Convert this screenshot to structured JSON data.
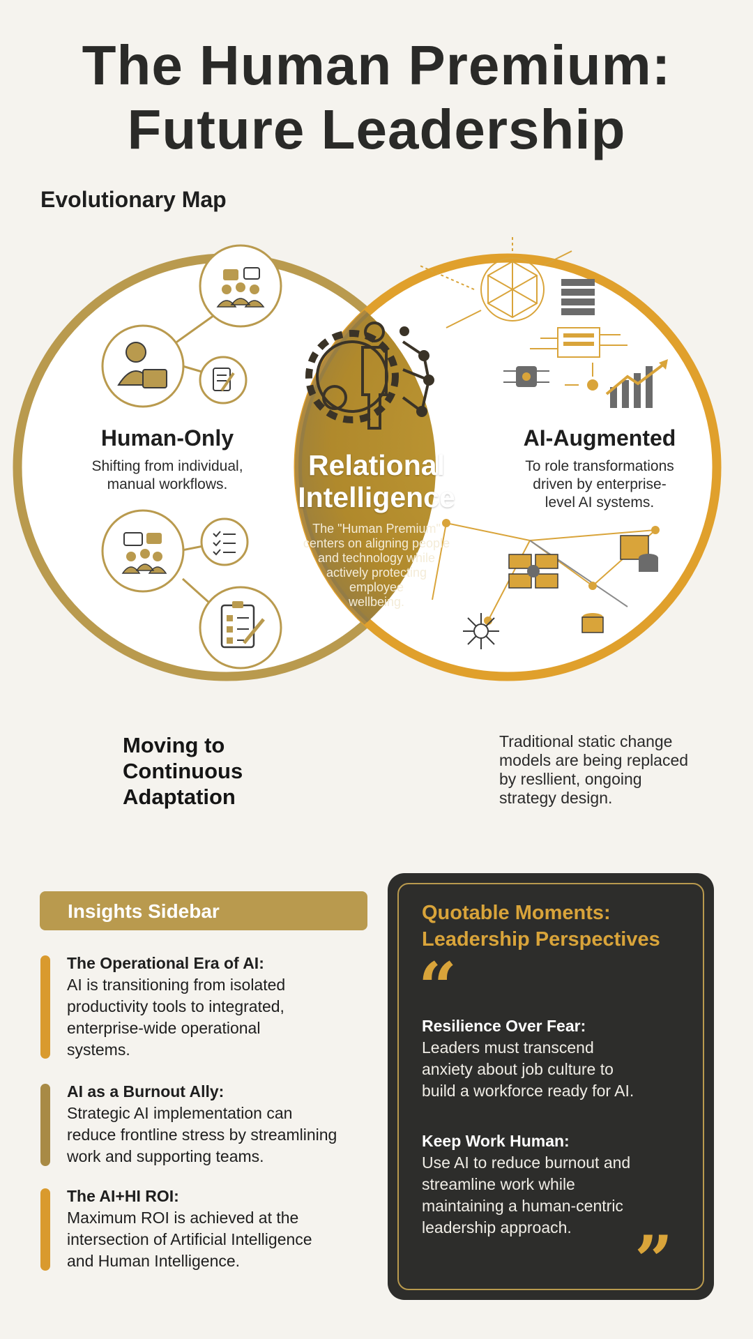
{
  "title_line1": "The Human Premium:",
  "title_line2": "Future Leadership",
  "map_label": "Evolutionary Map",
  "human_only": {
    "title": "Human-Only",
    "desc_line1": "Shifting from individual,",
    "desc_line2": "manual workflows."
  },
  "ai_augmented": {
    "title": "AI-Augmented",
    "desc_line1": "To role transformations",
    "desc_line2": "driven by enterprise-",
    "desc_line3": "level AI systems."
  },
  "center": {
    "title_line1": "Relational",
    "title_line2": "Intelligence",
    "desc_line1": "The \"Human Premium\"",
    "desc_line2": "centers on aligning people",
    "desc_line3": "and technology while",
    "desc_line4": "actively protecting",
    "desc_line5": "employee",
    "desc_line6": "wellbeing."
  },
  "moving": {
    "line1": "Moving to",
    "line2": "Continuous",
    "line3": "Adaptation"
  },
  "traditional": {
    "line1": "Traditional static change",
    "line2": "models are being replaced",
    "line3": "by resllient, ongoing",
    "line4": "strategy design."
  },
  "sidebar": {
    "header": "Insights Sidebar",
    "items": [
      {
        "title": "The Operational Era of AI:",
        "lines": [
          "AI is transitioning from isolated",
          "productivity tools to integrated,",
          "enterprise-wide operational",
          "systems."
        ]
      },
      {
        "title": "AI as a Burnout Ally:",
        "lines": [
          "Strategic AI implementation can",
          "reduce frontline stress by streamlining",
          "work and supporting teams."
        ]
      },
      {
        "title": "The AI+HI ROI:",
        "lines": [
          "Maximum ROI is achieved at the",
          "intersection of Artificial Intelligence",
          "and Human Intelligence."
        ]
      }
    ]
  },
  "quotes": {
    "header_line1": "Quotable Moments:",
    "header_line2": "Leadership Perspectives",
    "open_mark": "“",
    "close_mark": "”",
    "items": [
      {
        "title": "Resilience Over Fear:",
        "lines": [
          "Leaders must transcend",
          "anxiety about job culture to",
          "build a workforce ready for AI."
        ]
      },
      {
        "title": "Keep Work Human:",
        "lines": [
          "Use AI to reduce burnout and",
          "streamline work while",
          "maintaining a human-centric",
          "leadership approach."
        ]
      }
    ]
  },
  "colors": {
    "gold": "#b99a4e",
    "orange": "#e0a02c",
    "dark": "#2d2d2b",
    "background": "#f5f3ee"
  }
}
